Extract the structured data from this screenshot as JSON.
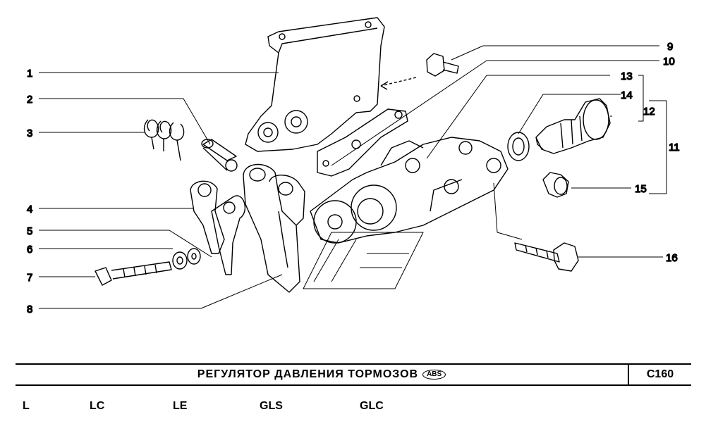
{
  "callouts": [
    "1",
    "2",
    "3",
    "4",
    "5",
    "6",
    "7",
    "8",
    "9",
    "10",
    "11",
    "12",
    "13",
    "14",
    "15",
    "16"
  ],
  "title": "РЕГУЛЯТОР ДАВЛЕНИЯ ТОРМОЗОВ",
  "abs_badge": "ABS",
  "code": "C160",
  "variants": [
    "L",
    "LC",
    "LE",
    "GLS",
    "GLC"
  ]
}
